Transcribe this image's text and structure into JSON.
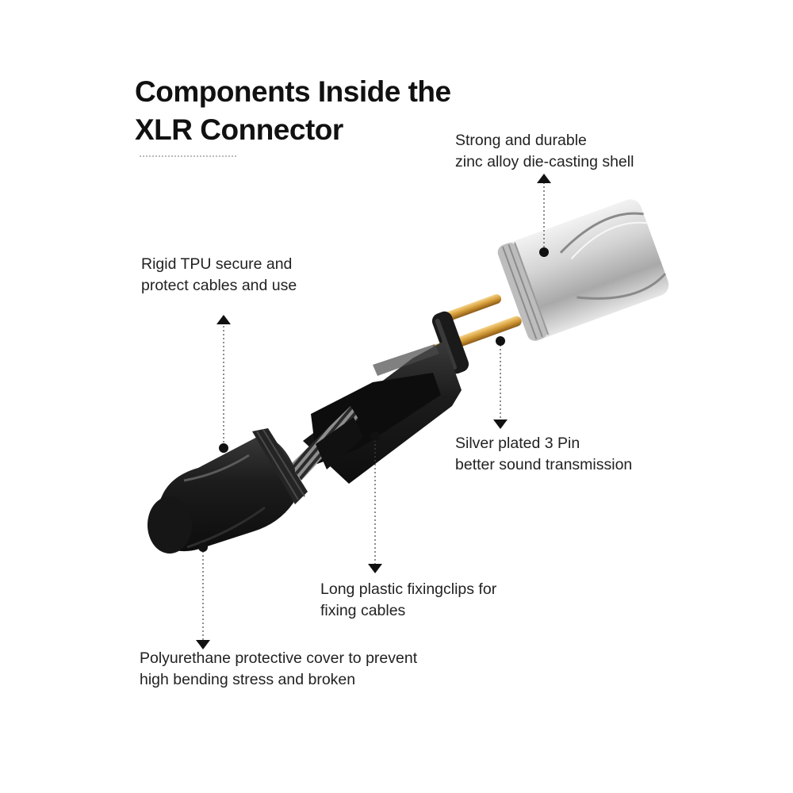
{
  "title": {
    "line1": "Components Inside the",
    "line2": "XLR Connector"
  },
  "callouts": {
    "shell": {
      "line1": "Strong and durable",
      "line2": "zinc alloy die-casting shell"
    },
    "tpu": {
      "line1": "Rigid TPU secure and",
      "line2": "protect cables and use"
    },
    "pins": {
      "line1": "Silver plated 3 Pin",
      "line2": "better sound transmission"
    },
    "clips": {
      "line1": "Long plastic fixingclips for",
      "line2": "fixing cables"
    },
    "cover": {
      "line1": "Polyurethane protective cover to prevent",
      "line2": "high bending stress and broken"
    }
  },
  "colors": {
    "text": "#222222",
    "leader": "#444444",
    "black_body": "#1b1b1b",
    "silver_shell": "#cfcfcf",
    "gold_pin": "#d9a440"
  }
}
